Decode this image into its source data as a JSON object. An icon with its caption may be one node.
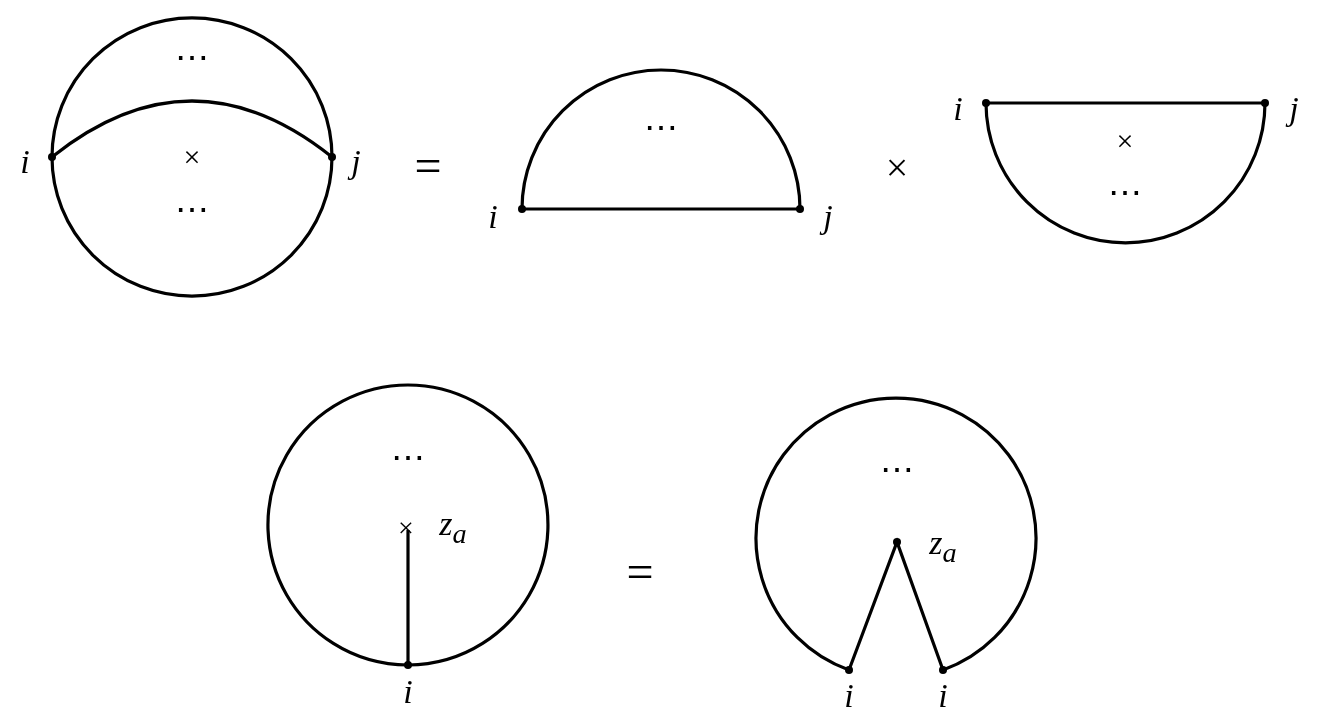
{
  "diagram": {
    "labels": [
      "⋯",
      "i",
      "×",
      "j",
      "⋯",
      "=",
      "⋯",
      "i",
      "j",
      "×",
      "i",
      "j",
      "×",
      "⋯",
      "⋯",
      "×",
      "z$_{a}$",
      "i",
      "=",
      "⋯",
      "z$_{a}$",
      "i",
      "i"
    ]
  }
}
